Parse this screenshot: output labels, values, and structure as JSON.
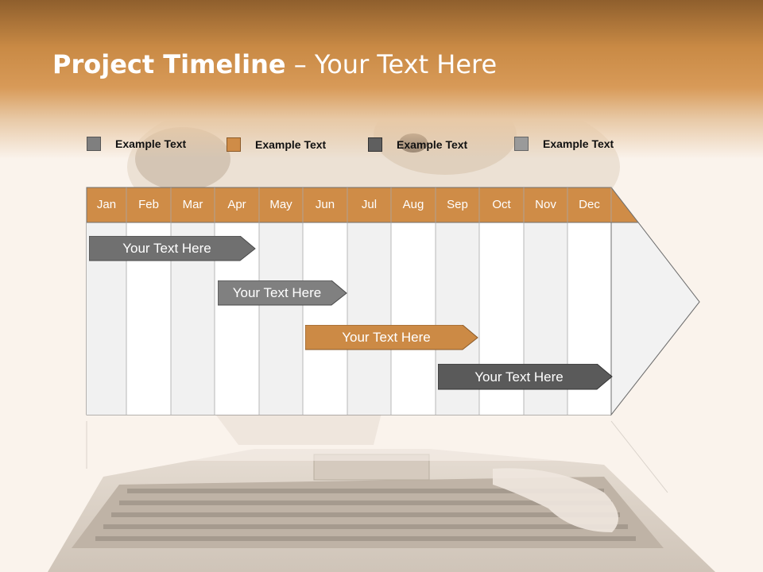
{
  "slide": {
    "title_bold": "Project Timeline",
    "title_rest": " – Your Text Here"
  },
  "legend": [
    {
      "label": "Example Text",
      "color": "#7f7f7f"
    },
    {
      "label": "Example Text",
      "color": "#cf8c47"
    },
    {
      "label": "Example Text",
      "color": "#5f5f5f"
    },
    {
      "label": "Example Text",
      "color": "#9a9a9a"
    }
  ],
  "months": [
    "Jan",
    "Feb",
    "Mar",
    "Apr",
    "May",
    "Jun",
    "Jul",
    "Aug",
    "Sep",
    "Oct",
    "Nov",
    "Dec"
  ],
  "tasks": [
    {
      "label": "Your  Text Here",
      "color": "#707070"
    },
    {
      "label": "Your  Text Here",
      "color": "#808080"
    },
    {
      "label": "Your  Text Here",
      "color": "#cc8a45"
    },
    {
      "label": "Your  Text Here",
      "color": "#5a5a5a"
    }
  ],
  "colors": {
    "accent": "#cf8c47",
    "header_dark": "#8f5f2d"
  }
}
